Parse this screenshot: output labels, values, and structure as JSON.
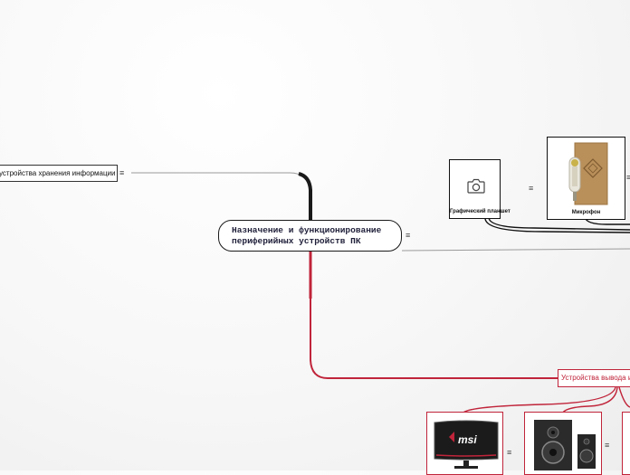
{
  "central_topic": {
    "line1": "Назначение и функционирование",
    "line2": "периферийных устройств ПК"
  },
  "branches": {
    "storage": {
      "label": "устройства хранения информации"
    },
    "output": {
      "label": "Устройства вывода и"
    }
  },
  "input_cards": [
    {
      "label": "Графический планшет",
      "image": "camera-icon"
    },
    {
      "label": "Микрофон",
      "image": "microphone-photo"
    }
  ],
  "output_cards": [
    {
      "label": "",
      "image": "msi-monitor-photo",
      "logo_text": "msi"
    },
    {
      "label": "",
      "image": "speakers-photo"
    },
    {
      "label": "",
      "image": "partial-card"
    }
  ],
  "notes_glyph": "≡",
  "colors": {
    "black_branch": "#1a1a1a",
    "red_branch": "#c0243a",
    "gray_line": "#9a9a9a"
  }
}
